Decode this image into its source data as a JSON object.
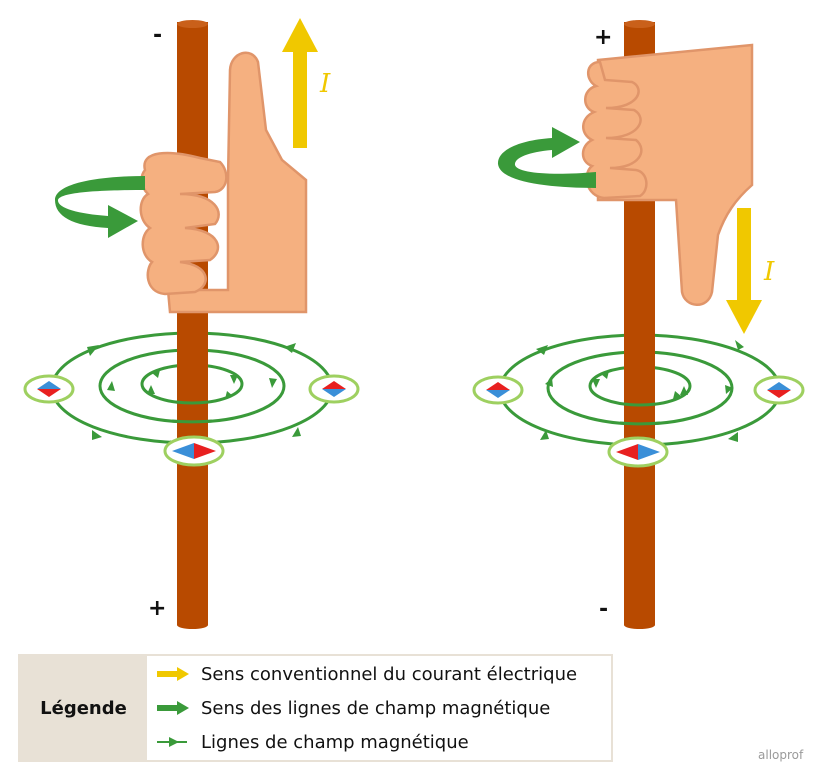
{
  "left_figure": {
    "top_sign": "-",
    "bottom_sign": "+",
    "current_label": "I"
  },
  "right_figure": {
    "top_sign": "+",
    "bottom_sign": "-",
    "current_label": "I"
  },
  "legend": {
    "title": "Légende",
    "items": [
      {
        "text": "Sens conventionnel du courant électrique",
        "icon": "yellow-arrow-icon"
      },
      {
        "text": "Sens des lignes de champ magnétique",
        "icon": "green-arrow-icon"
      },
      {
        "text": "Lignes de champ magnétique",
        "icon": "green-line-arrow-icon"
      }
    ]
  },
  "watermark": "alloprof",
  "colors": {
    "wire": "#b84a00",
    "current_arrow": "#f0c800",
    "field_line": "#3a9a3a",
    "rotation_arrow": "#3a9a3a",
    "skin": "#f5b080",
    "compass_ring": "#9ed060",
    "compass_north": "#e82020",
    "compass_south": "#3a8fd8",
    "legend_bg": "#e8e1d6"
  }
}
